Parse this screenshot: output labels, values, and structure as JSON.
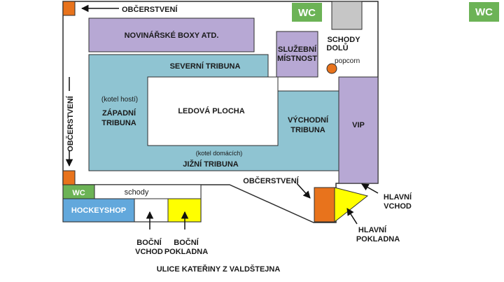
{
  "colors": {
    "purple": "#b7a8d4",
    "teal": "#8fc4d2",
    "orange": "#e8731c",
    "green": "#6cb356",
    "blue": "#62a8dc",
    "yellow": "#ffff00",
    "gray": "#c6c6c6",
    "outline": "#2d2d2d"
  },
  "icons": {
    "arrow": "arrow-icon"
  },
  "labels": {
    "top_refreshment": "OBČERSTVENÍ",
    "wc_top": "WC",
    "wc_corner": "WC",
    "press_boxes": "NOVINÁŘSKÉ BOXY ATD.",
    "staff_room_line1": "SLUŽEBNÍ",
    "staff_room_line2": "MÍSTNOST",
    "stairs_down_line1": "SCHODY",
    "stairs_down_line2": "DOLŮ",
    "popcorn": "popcorn",
    "north_stand": "SEVERNÍ TRIBUNA",
    "west_note": "(kotel hostí)",
    "west_stand_line1": "ZÁPADNÍ",
    "west_stand_line2": "TRIBUNA",
    "ice_rink": "LEDOVÁ PLOCHA",
    "east_stand_line1": "VÝCHODNÍ",
    "east_stand_line2": "TRIBUNA",
    "vip": "VIP",
    "south_note": "(kotel domácích)",
    "south_stand": "JIŽNÍ TRIBUNA",
    "left_refreshment": "OBČERSTVENÍ",
    "wc_small": "WC",
    "stairs": "schody",
    "hockeyshop": "HOCKEYSHOP",
    "right_refreshment": "OBČERSTVENÍ",
    "main_entrance_line1": "HLAVNÍ",
    "main_entrance_line2": "VCHOD",
    "main_ticket_line1": "HLAVNÍ",
    "main_ticket_line2": "POKLADNA",
    "side_entrance_line1": "BOČNÍ",
    "side_entrance_line2": "VCHOD",
    "side_ticket_line1": "BOČNÍ",
    "side_ticket_line2": "POKLADNA",
    "street": "ULICE KATEŘINY Z VALDŠTEJNA"
  }
}
